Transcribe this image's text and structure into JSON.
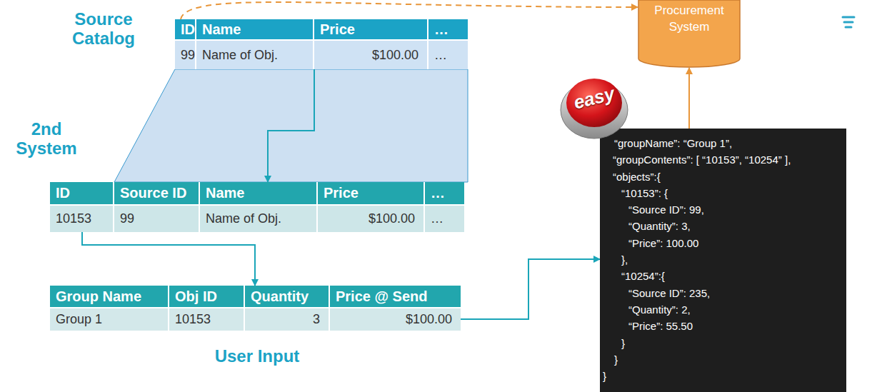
{
  "diagram": {
    "nodes": [
      {
        "text": [
          "Source Catalog",
          "ID",
          "Name",
          "Price",
          "…",
          "99",
          "Name of Obj.",
          "$100.00",
          "…"
        ]
      },
      {
        "text": [
          "Procurement System"
        ]
      },
      {
        "text": [
          "easy"
        ]
      },
      {
        "text": [
          "2nd System",
          "ID",
          "Source ID",
          "Name",
          "Price",
          "…",
          "10153",
          "99",
          "Name of Obj.",
          "$100.00",
          "…"
        ]
      },
      {
        "text": [
          "“groupName”: “Group 1”,",
          "“groupContents”: [ “10153”, “10254” ],",
          "“objects”:{",
          "“10153”: {",
          "“Source ID”: 99,",
          "“Quantity”: 3,",
          "“Price”: 100.00",
          "},",
          "“10254”:{",
          "“Source ID”: 235,",
          "“Quantity”: 2,",
          "“Price”: 55.50",
          "}",
          "}",
          "}"
        ]
      },
      {
        "text": [
          "User Input",
          "Group Name",
          "Obj ID",
          "Quantity",
          "Price @ Send",
          "Group 1",
          "10153",
          "3",
          "$100.00"
        ]
      }
    ],
    "edges": [
      {
        "from": 0,
        "to": 1,
        "arrow": "to"
      },
      {
        "from": 0,
        "to": 3,
        "arrow": "to"
      },
      {
        "from": 3,
        "to": 5,
        "arrow": "to"
      },
      {
        "from": 5,
        "to": 4,
        "arrow": "to"
      },
      {
        "from": 4,
        "to": 1,
        "arrow": "to"
      }
    ]
  }
}
